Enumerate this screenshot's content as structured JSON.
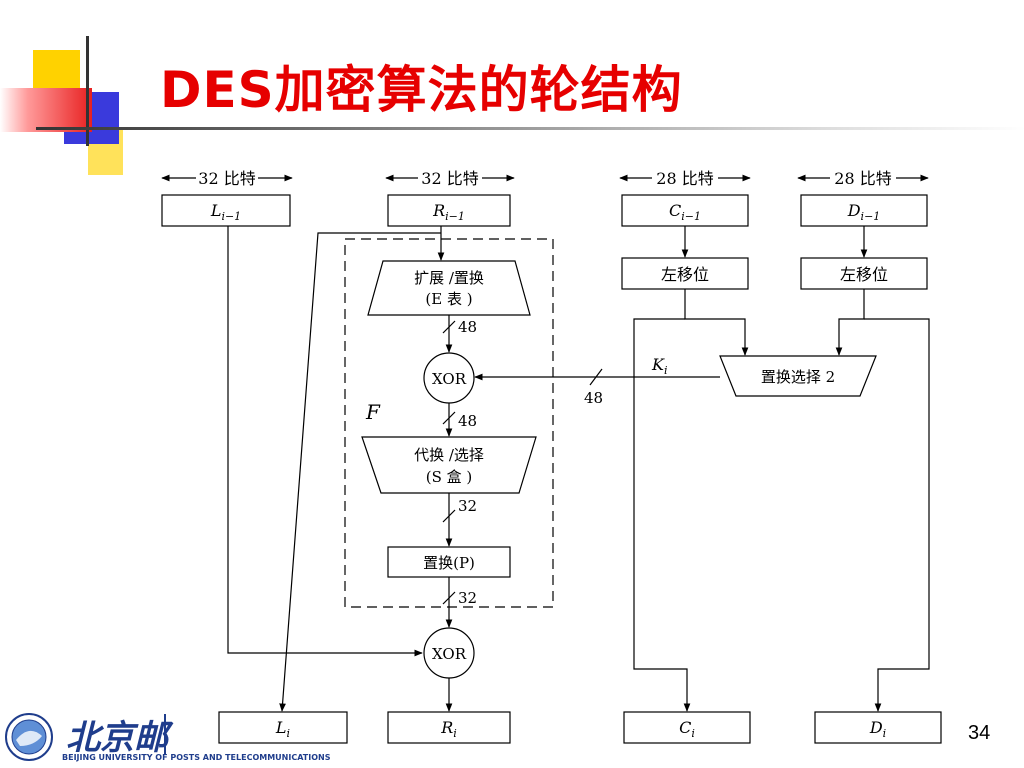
{
  "slide": {
    "title": "DES加密算法的轮结构",
    "page_number": "34"
  },
  "logo": {
    "chinese": "北京邮",
    "english": "BEIJING UNIVERSITY OF POSTS AND TELECOMMUNICATIONS"
  },
  "diagram": {
    "widths": [
      "32 比特",
      "32 比特",
      "28 比特",
      "28 比特"
    ],
    "inputs": {
      "L": {
        "base": "L",
        "sub": "i−1"
      },
      "R": {
        "base": "R",
        "sub": "i−1"
      },
      "C": {
        "base": "C",
        "sub": "i−1"
      },
      "D": {
        "base": "D",
        "sub": "i−1"
      }
    },
    "expansion": {
      "line1": "扩展 /置换",
      "line2": "(E 表 )"
    },
    "xor": "XOR",
    "substitution": {
      "line1": "代换 /选择",
      "line2": "(S 盒 )"
    },
    "permutation": "置换(P)",
    "f_label": "F",
    "left_shift": "左移位",
    "pc2": "置换选择 2",
    "key": {
      "base": "K",
      "sub": "i"
    },
    "bit_counts": {
      "after_e": "48",
      "key": "48",
      "after_xor": "48",
      "after_s": "32",
      "after_p": "32"
    },
    "outputs": {
      "L": {
        "base": "L",
        "sub": "i"
      },
      "R": {
        "base": "R",
        "sub": "i"
      },
      "C": {
        "base": "C",
        "sub": "i"
      },
      "D": {
        "base": "D",
        "sub": "i"
      }
    }
  }
}
